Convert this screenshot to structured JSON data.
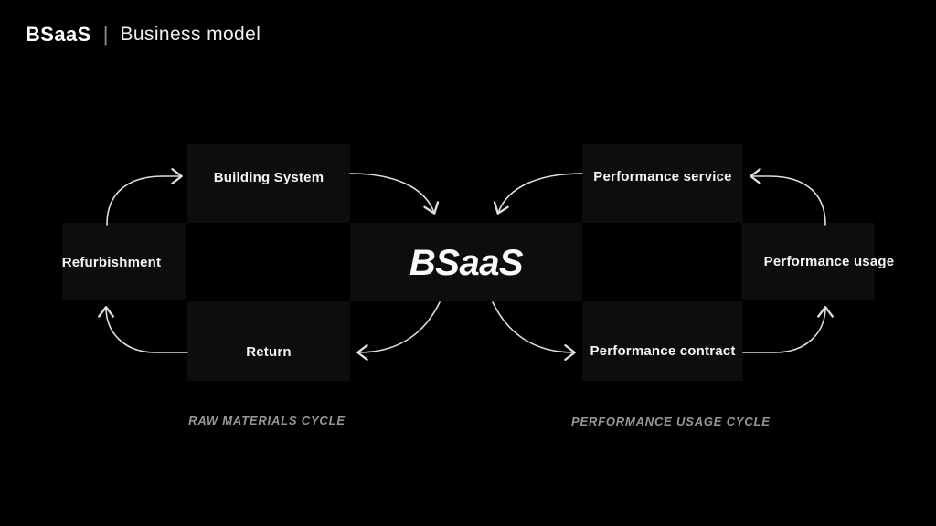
{
  "header": {
    "brand": "BSaaS",
    "divider": "|",
    "subtitle": "Business model"
  },
  "center": {
    "label": "BSaaS"
  },
  "nodes": {
    "building_system": {
      "label": "Building System"
    },
    "refurbishment": {
      "label": "Refurbishment"
    },
    "return": {
      "label": "Return"
    },
    "performance_service": {
      "label": "Performance service"
    },
    "performance_usage": {
      "label": "Performance usage"
    },
    "performance_contract": {
      "label": "Performance contract"
    }
  },
  "cycle_labels": {
    "raw_materials": "RAW MATERIALS CYCLE",
    "performance_usage": "PERFORMANCE USAGE CYCLE"
  },
  "edges": [
    {
      "from": "refurbishment",
      "to": "building_system"
    },
    {
      "from": "building_system",
      "to": "bsaas_center"
    },
    {
      "from": "bsaas_center",
      "to": "return"
    },
    {
      "from": "return",
      "to": "refurbishment"
    },
    {
      "from": "performance_usage",
      "to": "performance_service"
    },
    {
      "from": "performance_service",
      "to": "bsaas_center"
    },
    {
      "from": "bsaas_center",
      "to": "performance_contract"
    },
    {
      "from": "performance_contract",
      "to": "performance_usage"
    }
  ],
  "colors": {
    "background": "#000000",
    "card": "#0d0d0d",
    "text": "#f5f5f5",
    "muted": "#979797",
    "arrow": "#dedede"
  }
}
